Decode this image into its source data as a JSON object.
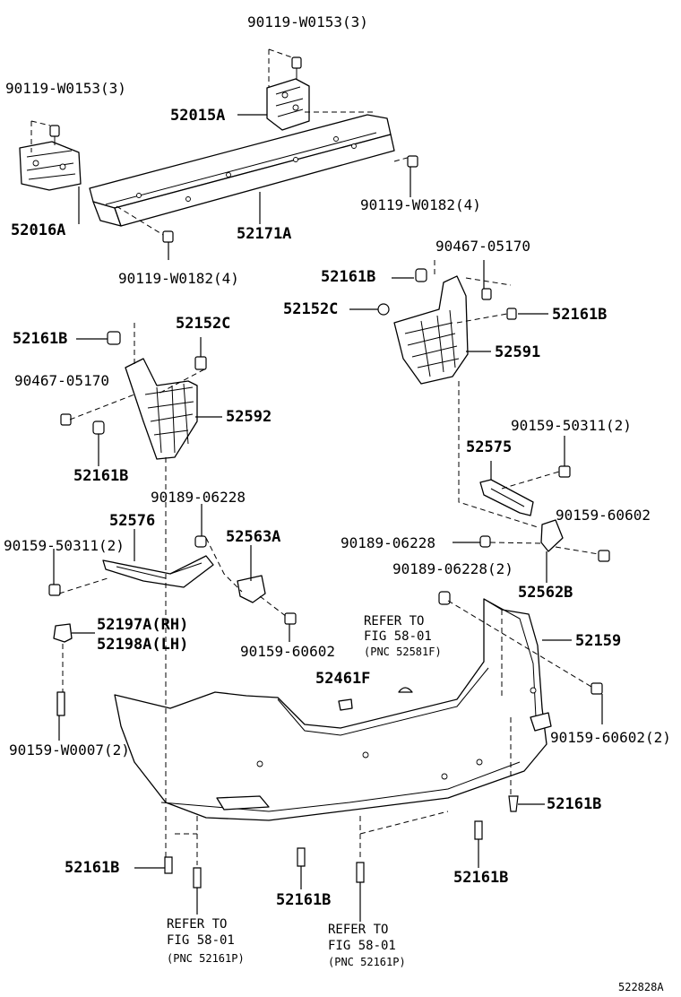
{
  "labels": {
    "l1": "90119-W0153(3)",
    "l2": "90119-W0153(3)",
    "l3": "52015A",
    "l4": "52016A",
    "l5": "52171A",
    "l6": "90119-W0182(4)",
    "l7": "90119-W0182(4)",
    "l8": "90467-05170",
    "l9": "52161B",
    "l10": "52152C",
    "l11": "52161B",
    "l12": "52591",
    "l13": "52161B",
    "l14": "52152C",
    "l15": "90467-05170",
    "l16": "52592",
    "l17": "52161B",
    "l18": "90159-50311(2)",
    "l19": "52575",
    "l20": "90189-06228",
    "l21": "52576",
    "l22": "52563A",
    "l23": "90159-60602",
    "l24": "90159-50311(2)",
    "l25": "90189-06228",
    "l26": "90189-06228(2)",
    "l27": "52562B",
    "l28": "52197A(RH)",
    "l29": "52198A(LH)",
    "l30": "REFER TO",
    "l31": "FIG 58-01",
    "l32": "(PNC 52581F)",
    "l33": "52159",
    "l34": "90159-60602",
    "l35": "52461F",
    "l36": "90159-W0007(2)",
    "l37": "90159-60602(2)",
    "l38": "52161B",
    "l39": "52161B",
    "l40": "52161B",
    "l41": "52161B",
    "l42": "REFER TO",
    "l43": "FIG 58-01",
    "l44": "(PNC 52161P)",
    "l45": "REFER TO",
    "l46": "FIG 58-01",
    "l47": "(PNC 52161P)",
    "l48": "522828A"
  }
}
